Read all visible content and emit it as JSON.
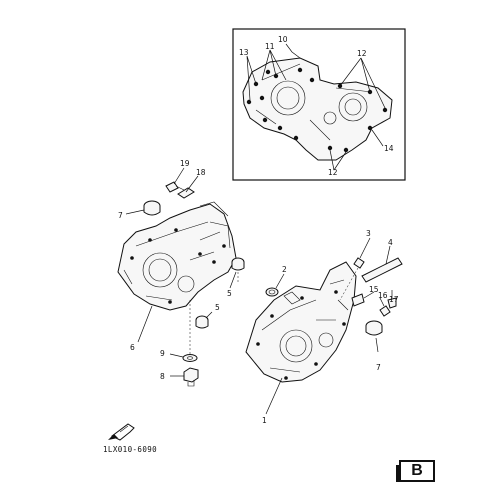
{
  "callouts": {
    "c1": "1",
    "c2": "2",
    "c3": "3",
    "c4": "4",
    "c5a": "5",
    "c5b": "5",
    "c6": "6",
    "c7a": "7",
    "c7b": "7",
    "c8": "8",
    "c9": "9",
    "c15": "15",
    "c16": "16",
    "c17": "17",
    "c18": "18",
    "c19": "19"
  },
  "inset": {
    "c10": "10",
    "c11": "11",
    "c12a": "12",
    "c12b": "12",
    "c13": "13",
    "c14": "14"
  },
  "diagram_code": "1LX010-6090",
  "page_letter": "B",
  "icons": {
    "front_arrow": "front-arrow-icon"
  }
}
